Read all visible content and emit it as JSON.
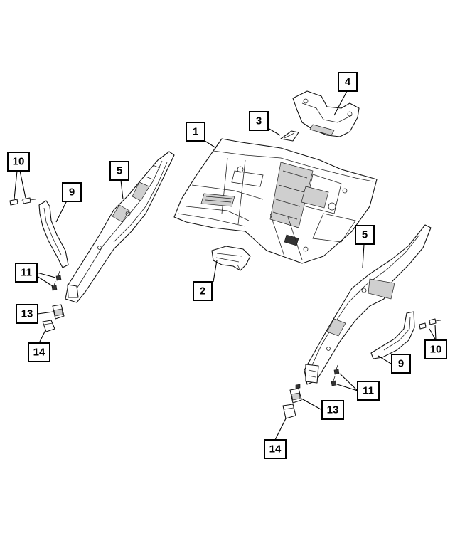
{
  "callouts": [
    {
      "id": "c1",
      "label": "1"
    },
    {
      "id": "c2",
      "label": "2"
    },
    {
      "id": "c3",
      "label": "3"
    },
    {
      "id": "c4",
      "label": "4"
    },
    {
      "id": "c5a",
      "label": "5"
    },
    {
      "id": "c5b",
      "label": "5"
    },
    {
      "id": "c9a",
      "label": "9"
    },
    {
      "id": "c9b",
      "label": "9"
    },
    {
      "id": "c10a",
      "label": "10"
    },
    {
      "id": "c10b",
      "label": "10"
    },
    {
      "id": "c11a",
      "label": "11"
    },
    {
      "id": "c11b",
      "label": "11"
    },
    {
      "id": "c13a",
      "label": "13"
    },
    {
      "id": "c13b",
      "label": "13"
    },
    {
      "id": "c14a",
      "label": "14"
    },
    {
      "id": "c14b",
      "label": "14"
    }
  ]
}
